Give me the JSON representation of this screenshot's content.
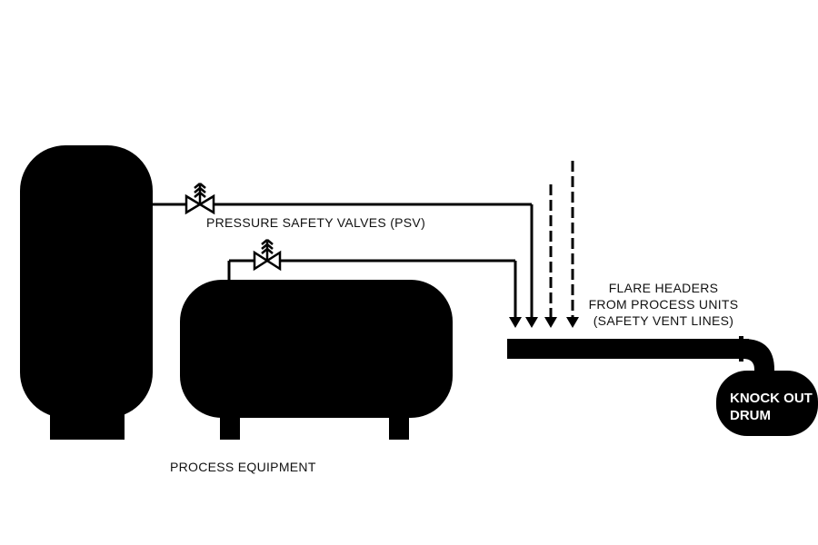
{
  "labels": {
    "psv": "PRESSURE SAFETY VALVES (PSV)",
    "process_equipment": "PROCESS EQUIPMENT",
    "flare_headers_1": "FLARE HEADERS",
    "flare_headers_2": "FROM PROCESS UNITS",
    "flare_headers_3": "(SAFETY VENT LINES)",
    "knock_out_1": "KNOCK OUT",
    "knock_out_2": "DRUM"
  },
  "colors": {
    "ink": "#000000",
    "background": "#ffffff"
  }
}
